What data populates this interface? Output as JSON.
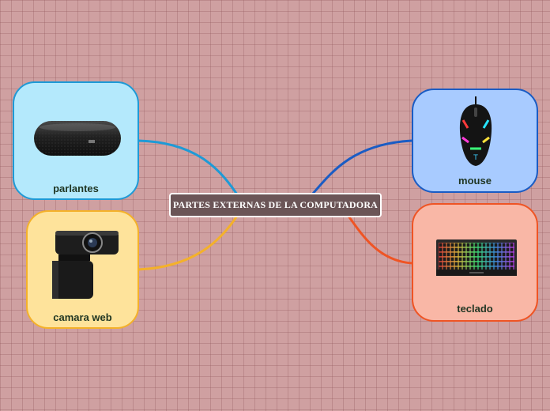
{
  "title": "PARTES EXTERNAS DE LA COMPUTADORA",
  "colors": {
    "background": "#cfa0a1",
    "center_fill": "#6b5557",
    "parlantes": "#1e9ad6",
    "camara_web": "#f4b12a",
    "mouse": "#1a5cc4",
    "teclado": "#ef5424"
  },
  "nodes": {
    "parlantes": {
      "label": "parlantes",
      "icon": "speaker-icon"
    },
    "camara_web": {
      "label": "camara web",
      "icon": "webcam-icon"
    },
    "mouse": {
      "label": "mouse",
      "icon": "mouse-icon"
    },
    "teclado": {
      "label": "teclado",
      "icon": "keyboard-icon"
    }
  }
}
